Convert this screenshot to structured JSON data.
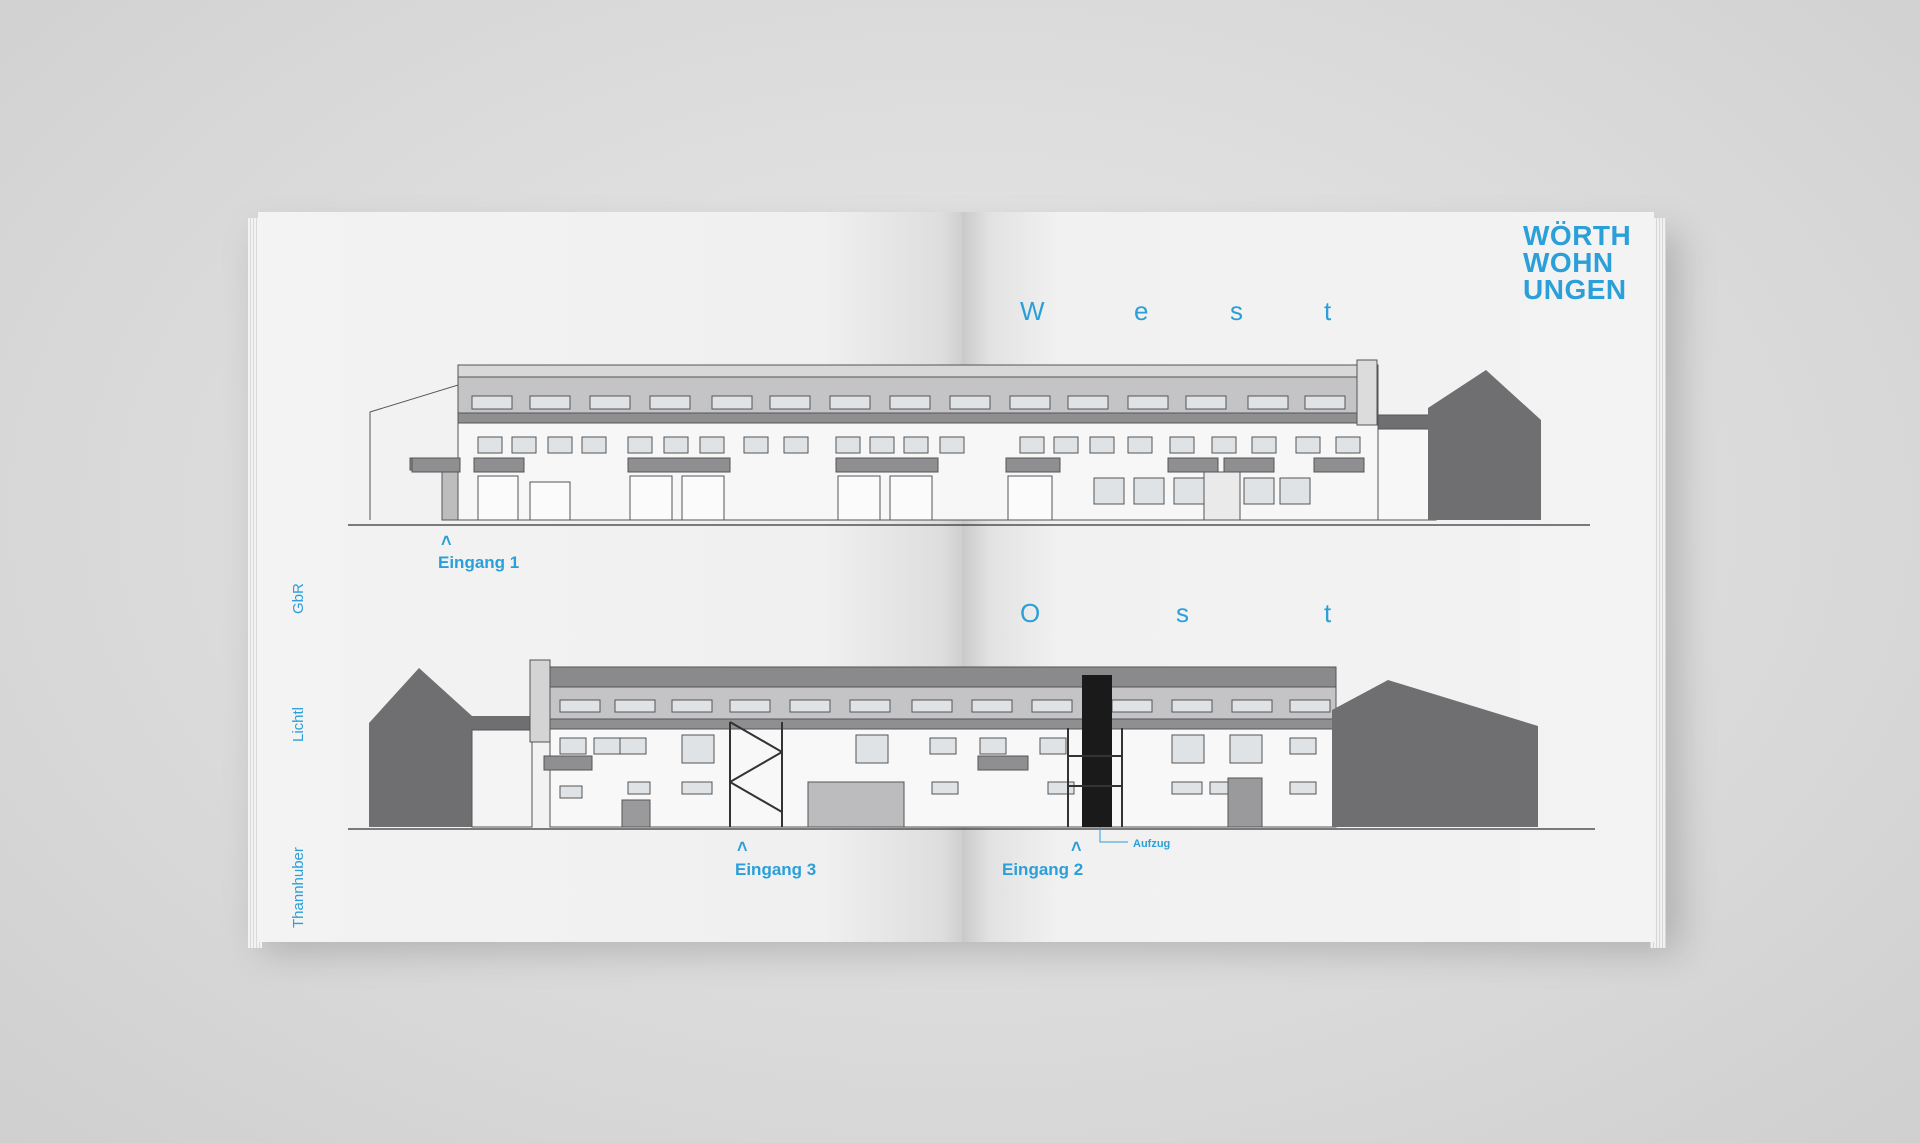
{
  "logo": {
    "line1": "WÖRTH",
    "line2": "WOHN",
    "line3": "UNGEN"
  },
  "side_text": {
    "a": "Thannhuber",
    "b": "Lichtl",
    "c": "GbR"
  },
  "west": {
    "heading": [
      "W",
      "e",
      "s",
      "t"
    ],
    "entrance1": "Eingang 1"
  },
  "ost": {
    "heading": [
      "O",
      "s",
      "t"
    ],
    "entrance3": "Eingang 3",
    "entrance2": "Eingang 2",
    "elevator": "Aufzug"
  },
  "colors": {
    "accent": "#2a9fd8",
    "dark_gray": "#6f6f71",
    "mid_gray": "#9a9a9c",
    "page": "#f1f1f1"
  }
}
